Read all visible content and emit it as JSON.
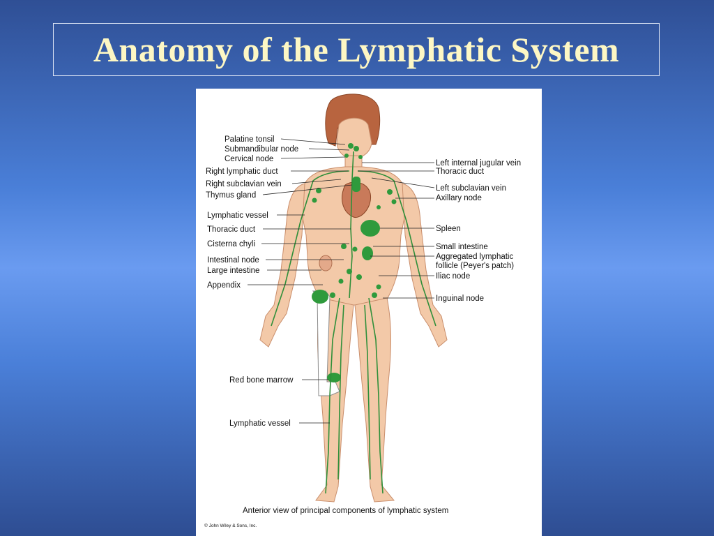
{
  "slide": {
    "title": "Anatomy of the Lymphatic System"
  },
  "figure": {
    "caption": "Anterior view of principal components of lymphatic system",
    "copyright": "© John Wiley & Sons, Inc.",
    "labels_left": {
      "palatine_tonsil": "Palatine tonsil",
      "submandibular_node": "Submandibular node",
      "cervical_node": "Cervical node",
      "right_lymphatic_duct": "Right lymphatic duct",
      "right_subclavian_vein": "Right subclavian vein",
      "thymus_gland": "Thymus gland",
      "lymphatic_vessel_upper": "Lymphatic vessel",
      "thoracic_duct_left": "Thoracic duct",
      "cisterna_chyli": "Cisterna chyli",
      "intestinal_node": "Intestinal node",
      "large_intestine": "Large intestine",
      "appendix": "Appendix",
      "red_bone_marrow": "Red bone marrow",
      "lymphatic_vessel_lower": "Lymphatic vessel"
    },
    "labels_right": {
      "left_internal_jugular_vein": "Left internal jugular vein",
      "thoracic_duct_right": "Thoracic duct",
      "left_subclavian_vein": "Left subclavian vein",
      "axillary_node": "Axillary node",
      "spleen": "Spleen",
      "small_intestine": "Small intestine",
      "aggregated_follicle_line1": "Aggregated lymphatic",
      "aggregated_follicle_line2": "follicle (Peyer's patch)",
      "iliac_node": "Iliac node",
      "inguinal_node": "Inguinal node"
    }
  }
}
